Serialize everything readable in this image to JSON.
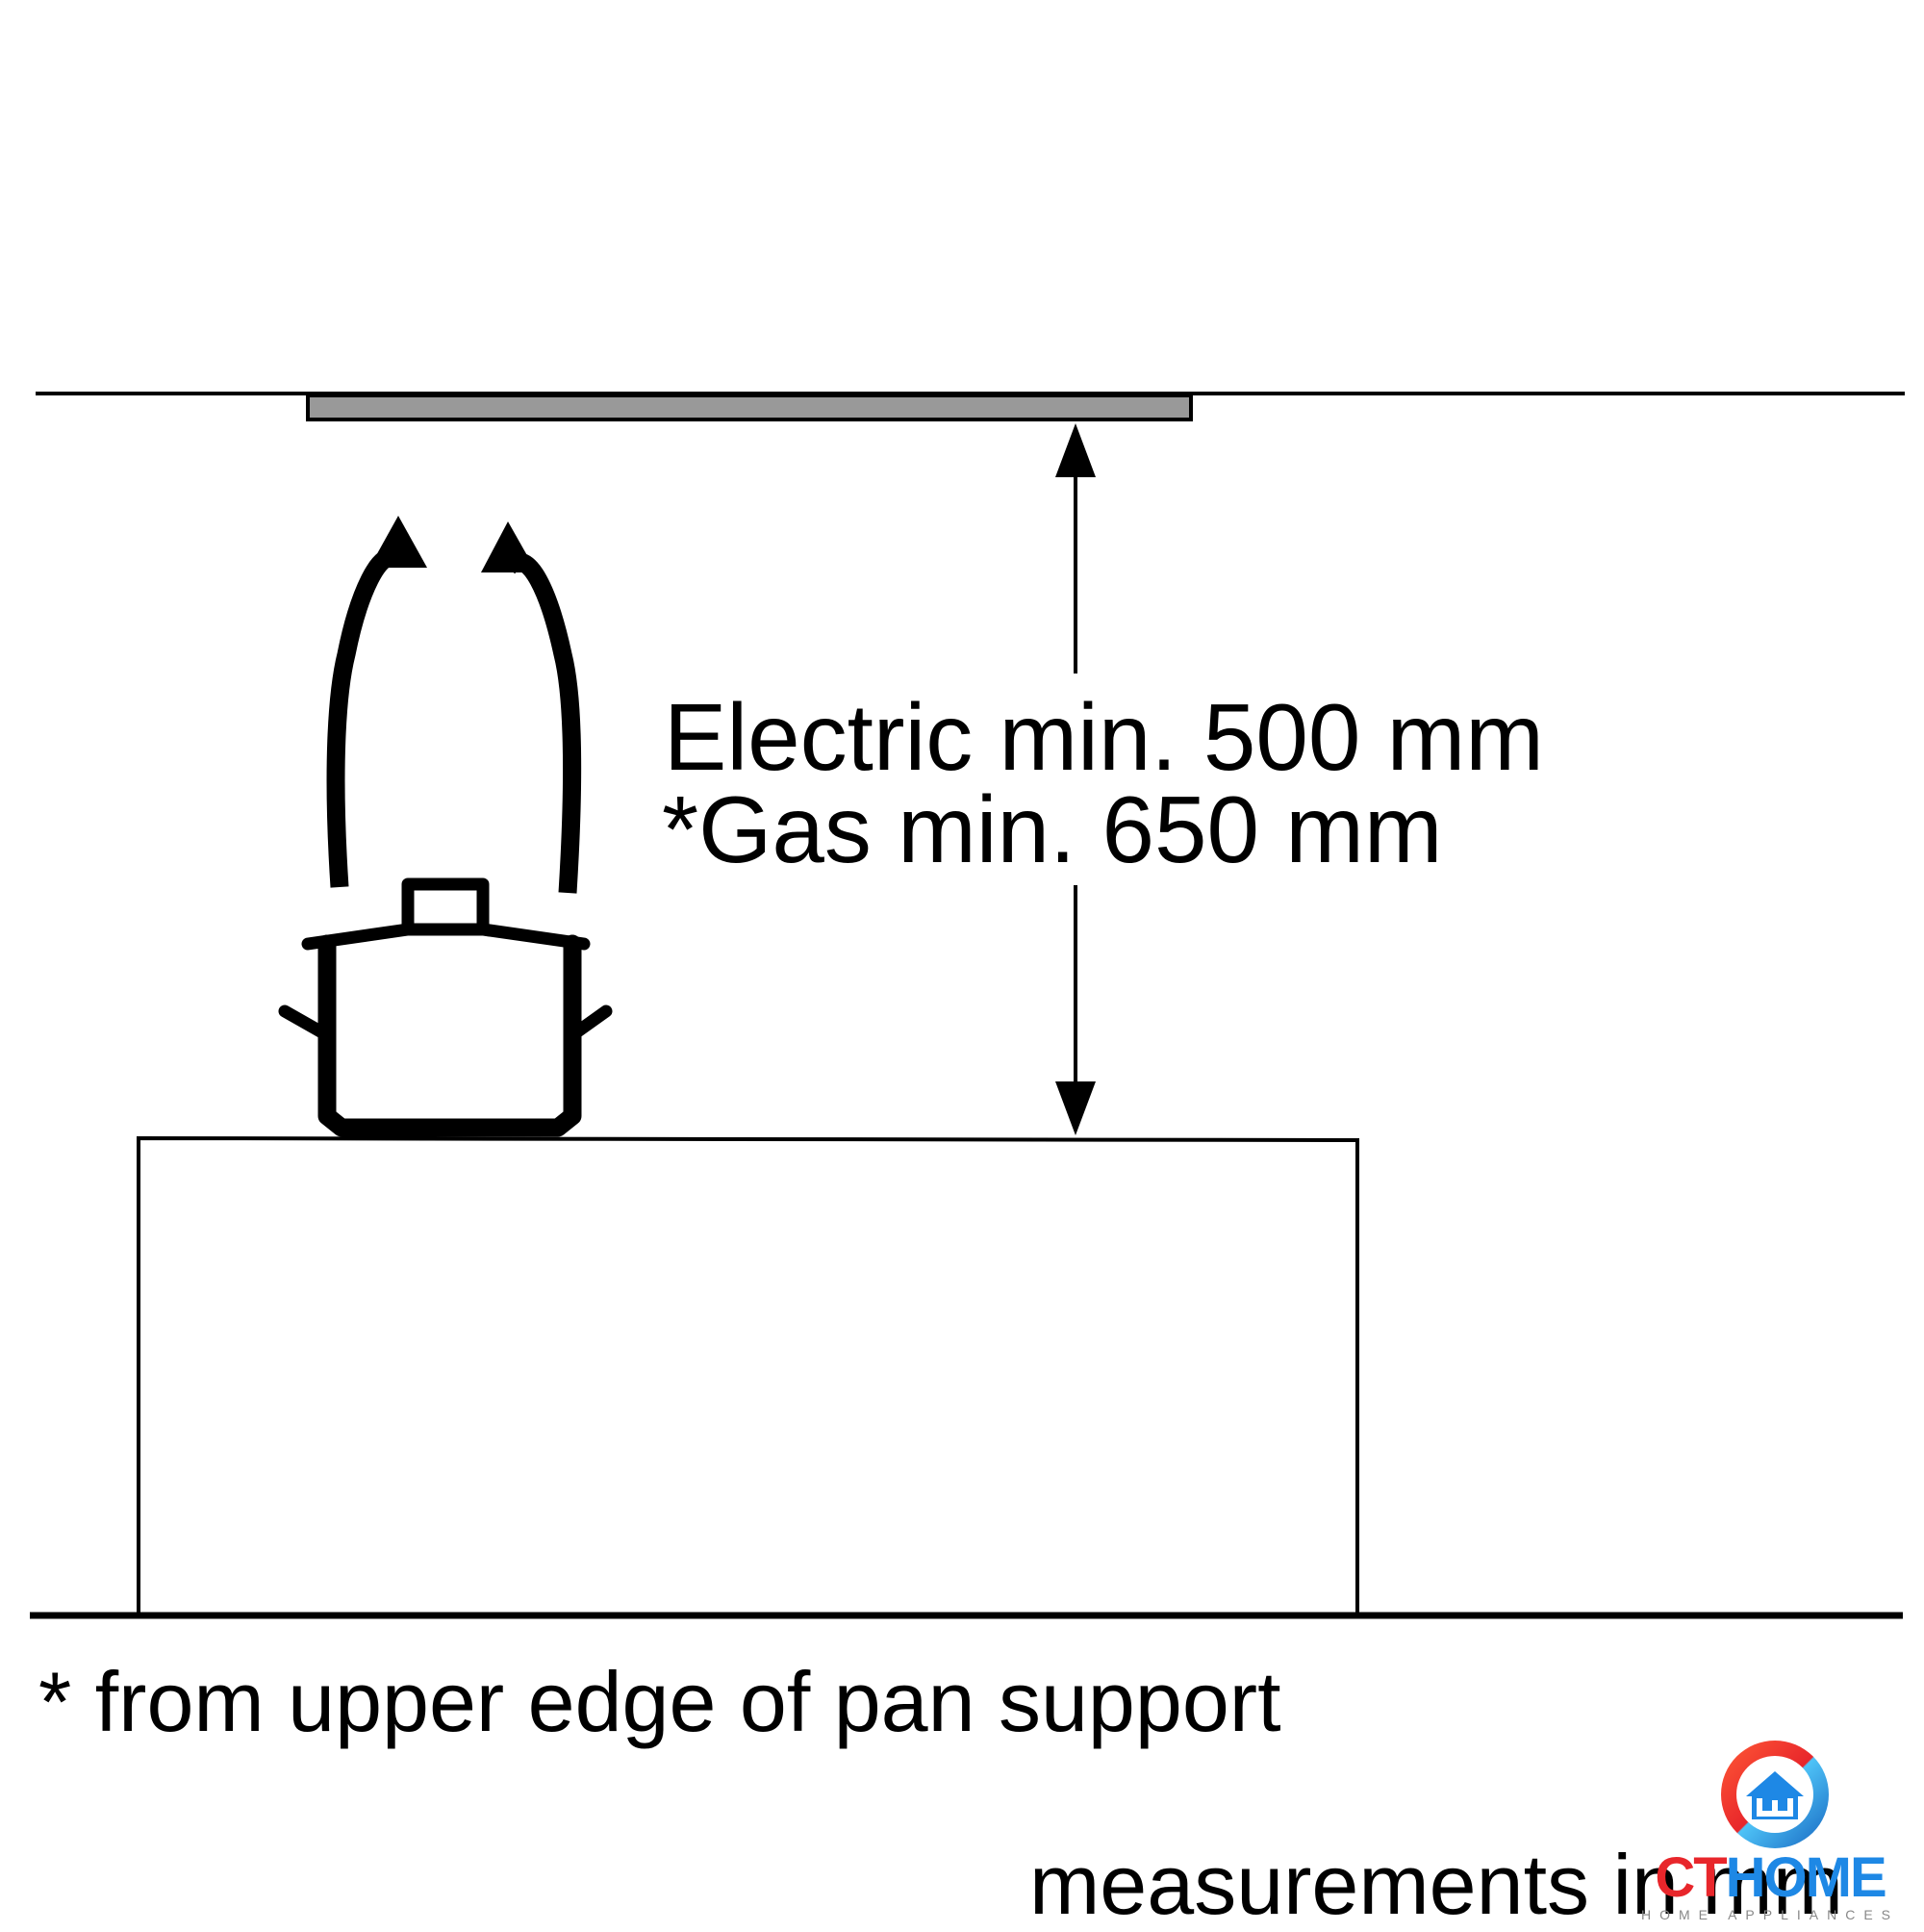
{
  "labels": {
    "electric_clearance": "Electric min. 500 mm",
    "gas_clearance": "*Gas min. 650 mm",
    "footnote": "* from upper edge of pan support",
    "units_note": "measurements in mm"
  },
  "logo": {
    "text_ct": "CT",
    "text_home": "HOME",
    "tagline": "HOME APPLIANCES"
  },
  "colors": {
    "line": "#000000",
    "hood_fill": "#999999",
    "logo_red": "#e8262b",
    "logo_blue": "#1e88e5"
  },
  "icons": [
    "cooking-pot-icon",
    "steam-arrow-icon",
    "double-headed-arrow-icon",
    "house-logo-icon"
  ]
}
